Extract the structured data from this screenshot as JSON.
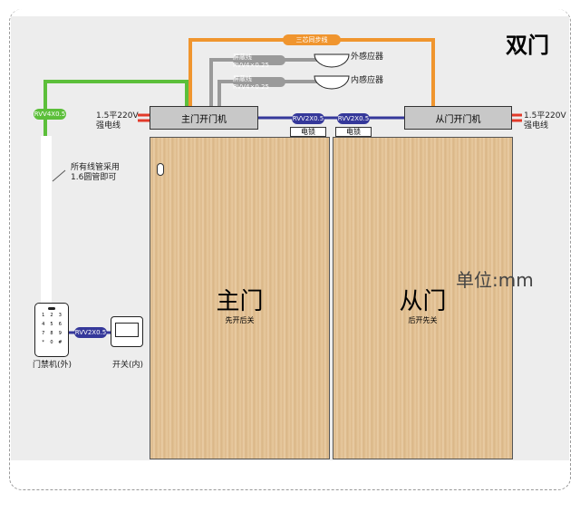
{
  "title": "双门",
  "unit": "单位:mm",
  "main_opener": "主门开门机",
  "slave_opener": "从门开门机",
  "sync_cable": "三芯同步线",
  "shield_cable_1": "屏蔽线RVV4×0.25",
  "shield_cable_2": "屏蔽线RVV4×0.25",
  "outer_sensor": "外感应器",
  "inner_sensor": "内感应器",
  "power_left": [
    "1.5平220V",
    "强电线"
  ],
  "power_right": [
    "1.5平220V",
    "强电线"
  ],
  "green_cable": "RVV4X0.5",
  "conduit_note": [
    "所有线管采用",
    "1.6圆管即可"
  ],
  "lock_cable_left": "RVV2X0.5",
  "lock_cable_right": "RVV2X0.5",
  "lock_left": "电锁",
  "lock_right": "电锁",
  "main_door": {
    "name": "主门",
    "note": "先开后关"
  },
  "slave_door": {
    "name": "从门",
    "note": "后开先关"
  },
  "access_cable": "RVV2X0.5",
  "access_control": "门禁机(外)",
  "switch": "开关(内)",
  "keypad": [
    "1",
    "2",
    "3",
    "4",
    "5",
    "6",
    "7",
    "8",
    "9",
    "*",
    "0",
    "#"
  ],
  "colors": {
    "green": "#5cbf3a",
    "orange": "#f0952e",
    "blue": "#35389a",
    "gray": "#9a9a9a",
    "red": "#e23a2a"
  }
}
